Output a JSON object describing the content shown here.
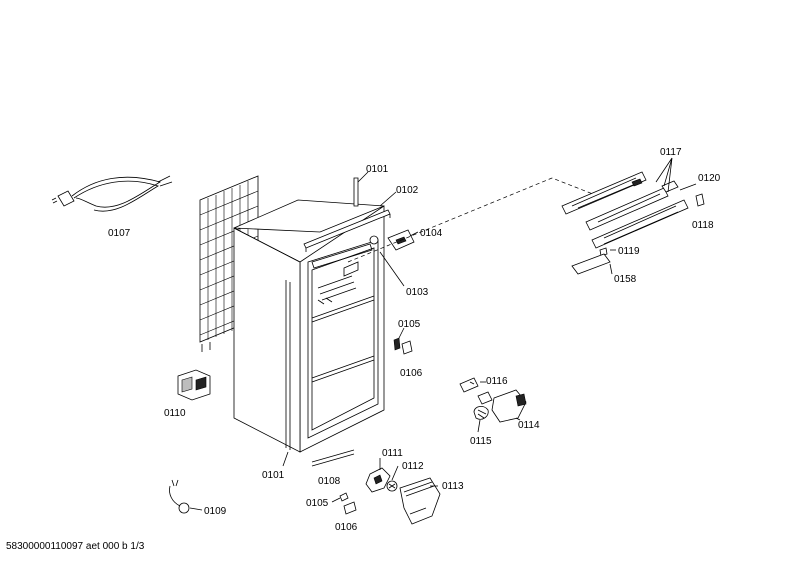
{
  "labels": {
    "p0101_top": "0101",
    "p0102": "0102",
    "p0103": "0103",
    "p0104": "0104",
    "p0105_mid": "0105",
    "p0106_mid": "0106",
    "p0107": "0107",
    "p0110": "0110",
    "p0101_bottom": "0101",
    "p0108": "0108",
    "p0109": "0109",
    "p0105_bottom": "0105",
    "p0106_bottom": "0106",
    "p0111": "0111",
    "p0112": "0112",
    "p0113": "0113",
    "p0114": "0114",
    "p0115": "0115",
    "p0116": "0116",
    "p0117": "0117",
    "p0118": "0118",
    "p0119": "0119",
    "p0120": "0120",
    "p0158": "0158"
  },
  "footer": "58300000110097 aet 000 b 1/3"
}
